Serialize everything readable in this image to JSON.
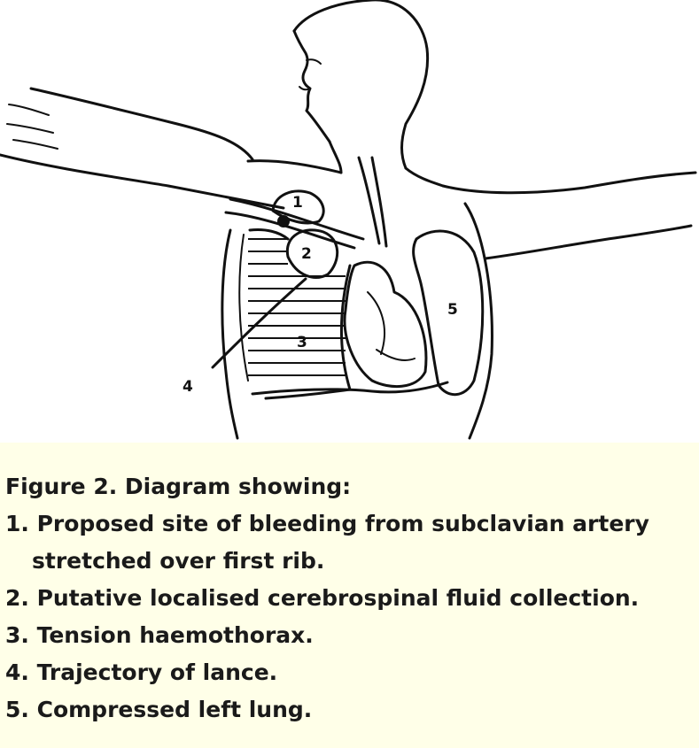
{
  "diagram": {
    "labels": {
      "one": "1",
      "two": "2",
      "three": "3",
      "four": "4",
      "five": "5"
    }
  },
  "caption": {
    "title": "Figure 2. Diagram showing:",
    "items": [
      "1. Proposed site of bleeding from subclavian artery",
      "stretched over first rib.",
      "2. Putative localised cerebrospinal fluid collection.",
      "3. Tension haemothorax.",
      "4. Trajectory of lance.",
      "5. Compressed left lung."
    ]
  },
  "colors": {
    "caption_background": "#ffffe8",
    "ink": "#111111"
  }
}
